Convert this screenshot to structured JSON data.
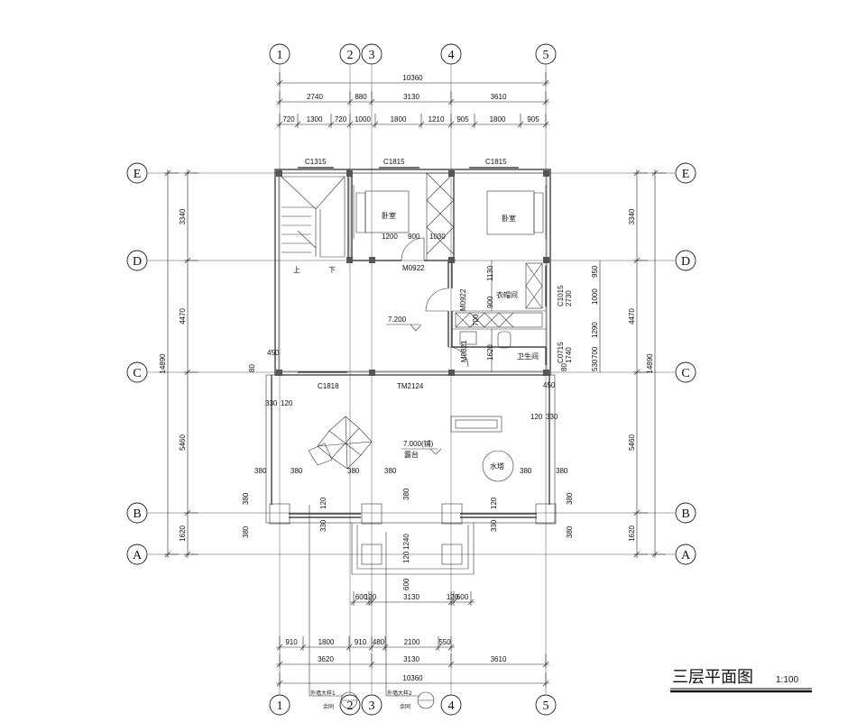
{
  "axes": {
    "numbers": [
      "1",
      "2",
      "3",
      "4",
      "5"
    ],
    "letters": [
      "A",
      "B",
      "C",
      "D",
      "E"
    ]
  },
  "top_dims": {
    "total": "10360",
    "row2": [
      "2740",
      "880",
      "3130",
      "3610"
    ],
    "row3": [
      "720",
      "1300",
      "720",
      "1000",
      "1800",
      "1210",
      "905",
      "1800",
      "905"
    ]
  },
  "bottom_dims": {
    "row1": [
      "600",
      "120",
      "3130",
      "120",
      "600"
    ],
    "row2": [
      "910",
      "1800",
      "910",
      "480",
      "2100",
      "550"
    ],
    "row3": [
      "3620",
      "3130",
      "3610"
    ],
    "total": "10360"
  },
  "left_dims": {
    "segments": [
      "3340",
      "4470",
      "5460",
      "1620"
    ],
    "total": "14890"
  },
  "right_dims": {
    "segments": [
      "3340",
      "4470",
      "5460",
      "1620"
    ],
    "total": "14890"
  },
  "openings": {
    "c1315": "C1315",
    "c1815a": "C1815",
    "c1815b": "C1815",
    "c1818": "C1818",
    "tm2124": "TM2124",
    "m0922a": "M0922",
    "m0922b": "M0922",
    "m0821": "M0821",
    "c1015": "C1015",
    "c0715": "C0715"
  },
  "rooms": {
    "bedroom1": "卧室",
    "bedroom2": "卧室",
    "closet": "衣帽间",
    "bathroom": "卫生间",
    "terrace": "露台",
    "water_tower": "水塔",
    "stair_up": "上",
    "stair_down": "下"
  },
  "levels": {
    "floor": "7.200",
    "terrace": "7.000(铺)"
  },
  "inner_dims": {
    "bed_a": "1200",
    "bed_b": "900",
    "bed_c": "1030",
    "closet_a": "1130",
    "closet_b": "900",
    "bath_a": "700",
    "bath_b": "1620",
    "right_a": "2730",
    "right_b": "1740",
    "right_c": "950",
    "right_d": "1000",
    "right_e": "1290",
    "right_f": "530",
    "right_g": "700",
    "wall_450a": "450",
    "wall_450b": "450",
    "wall_80a": "80",
    "wall_80b": "80",
    "t330a": "330",
    "t120a": "120",
    "t120b": "120",
    "t330b": "330",
    "c380a": "380",
    "c380b": "380",
    "c380c": "380",
    "c380d": "380",
    "c380e": "380",
    "c380f": "380",
    "v380a": "380",
    "v380b": "380",
    "v380c": "380",
    "v380d": "380",
    "v380e": "380",
    "v330a": "330",
    "v120a": "120",
    "v330b": "330",
    "v120b": "120",
    "v1240": "1240",
    "v120c": "120",
    "v600": "600"
  },
  "callouts": [
    {
      "label": "外墙大样1",
      "note": "余同"
    },
    {
      "label": "外墙大样2",
      "note": "余同"
    }
  ],
  "title": {
    "text": "三层平面图",
    "scale": "1:100"
  }
}
